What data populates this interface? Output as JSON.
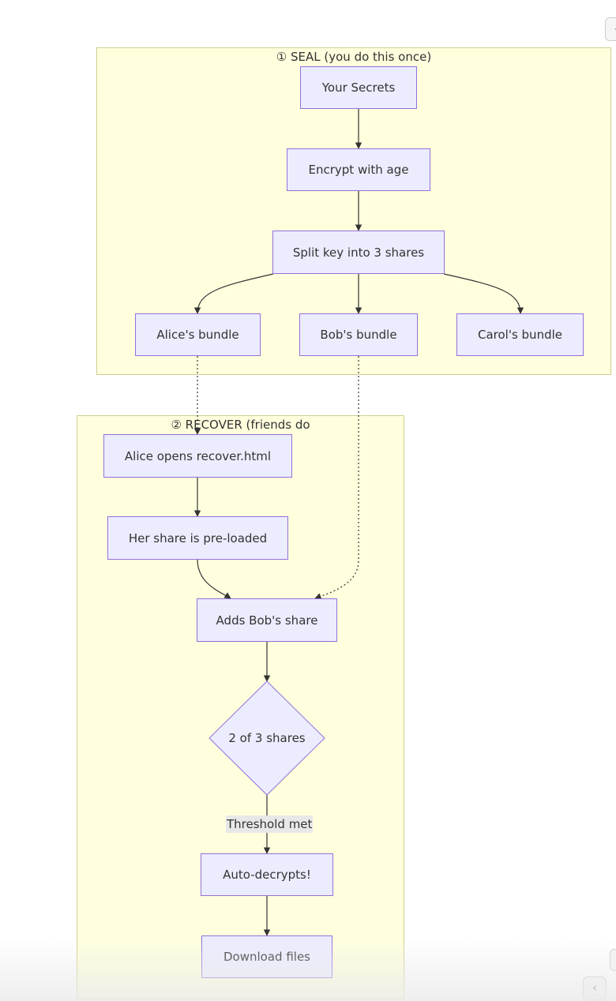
{
  "clusters": {
    "seal": {
      "title": "① SEAL (you do this once)"
    },
    "recover": {
      "title": "② RECOVER (friends do"
    }
  },
  "nodes": {
    "your_secrets": "Your Secrets",
    "encrypt": "Encrypt with age",
    "split": "Split key into 3 shares",
    "alice_bundle": "Alice's bundle",
    "bob_bundle": "Bob's bundle",
    "carol_bundle": "Carol's bundle",
    "alice_opens": "Alice opens recover.html",
    "her_share": "Her share is pre-loaded",
    "adds_bob": "Adds Bob's share",
    "decision": "2 of 3 shares",
    "auto_decrypts": "Auto-decrypts!",
    "download": "Download files"
  },
  "edge_labels": {
    "threshold": "Threshold met"
  },
  "controls": {
    "collapse_icon": "chevron-left-icon",
    "nav_icon": "chevron-left-icon",
    "nav_glyph": "‹"
  },
  "colors": {
    "cluster_fill": "#ffffde",
    "cluster_border": "#cfcf91",
    "node_fill": "#ececff",
    "node_border": "#9370db",
    "edge": "#333333"
  }
}
